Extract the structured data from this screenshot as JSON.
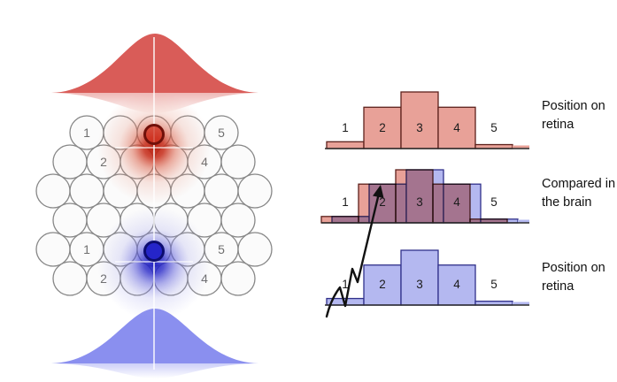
{
  "figure": {
    "type": "diagram",
    "description": "Retinal receptor mosaic with two stimulus positions (red and blue) and their activity histograms compared in the brain"
  },
  "colors": {
    "red_bar_fill": "#e8a198",
    "red_bar_stroke": "#5d211c",
    "blue_bar_fill": "#b4b8f0",
    "blue_bar_stroke": "#30308a",
    "red_gaussian": "#d6504b",
    "blue_gaussian": "#8186ee",
    "red_glow_core": "#b71c0c",
    "blue_glow_core": "#1a1ac2",
    "red_stimulus_fill": "#cf2f1d",
    "red_stimulus_ring": "#70100a",
    "blue_stimulus_fill": "#2525c9",
    "blue_stimulus_ring": "#0d0d70",
    "axis": "#2b2b2b",
    "arrow": "#111111"
  },
  "retina_grid": {
    "top_group": {
      "pos1": "1",
      "pos2": "2",
      "pos4": "4",
      "pos5": "5"
    },
    "bottom_group": {
      "pos1": "1",
      "pos2": "2",
      "pos4": "4",
      "pos5": "5"
    }
  },
  "annotations": {
    "top_label": "Position on retina",
    "middle_label": "Compared in the brain",
    "bottom_label": "Position on retina"
  },
  "chart_data": [
    {
      "type": "bar",
      "id": "top-red",
      "title": "Position on retina",
      "categories": [
        "1",
        "2",
        "3",
        "4",
        "5"
      ],
      "values": [
        0.12,
        0.73,
        1.0,
        0.73,
        0.07
      ],
      "series_color": "red",
      "ylim": [
        0,
        1
      ],
      "grid": false,
      "legend": false
    },
    {
      "type": "bar",
      "id": "middle-overlay",
      "title": "Compared in the brain",
      "categories": [
        "1",
        "2",
        "3",
        "4",
        "5"
      ],
      "series": [
        {
          "name": "red stimulus response",
          "values": [
            0.12,
            0.73,
            1.0,
            0.73,
            0.07
          ],
          "offset": "left"
        },
        {
          "name": "blue stimulus response",
          "values": [
            0.12,
            0.73,
            1.0,
            0.73,
            0.07
          ],
          "offset": "right"
        }
      ],
      "overlap_rendering": "red over blue multiplies to purple",
      "ylim": [
        0,
        1
      ],
      "grid": false,
      "legend": false
    },
    {
      "type": "bar",
      "id": "bottom-blue",
      "title": "Position on retina",
      "categories": [
        "1",
        "2",
        "3",
        "4",
        "5"
      ],
      "values": [
        0.12,
        0.73,
        1.0,
        0.73,
        0.07
      ],
      "series_color": "blue",
      "ylim": [
        0,
        1
      ],
      "grid": false,
      "legend": false
    }
  ]
}
